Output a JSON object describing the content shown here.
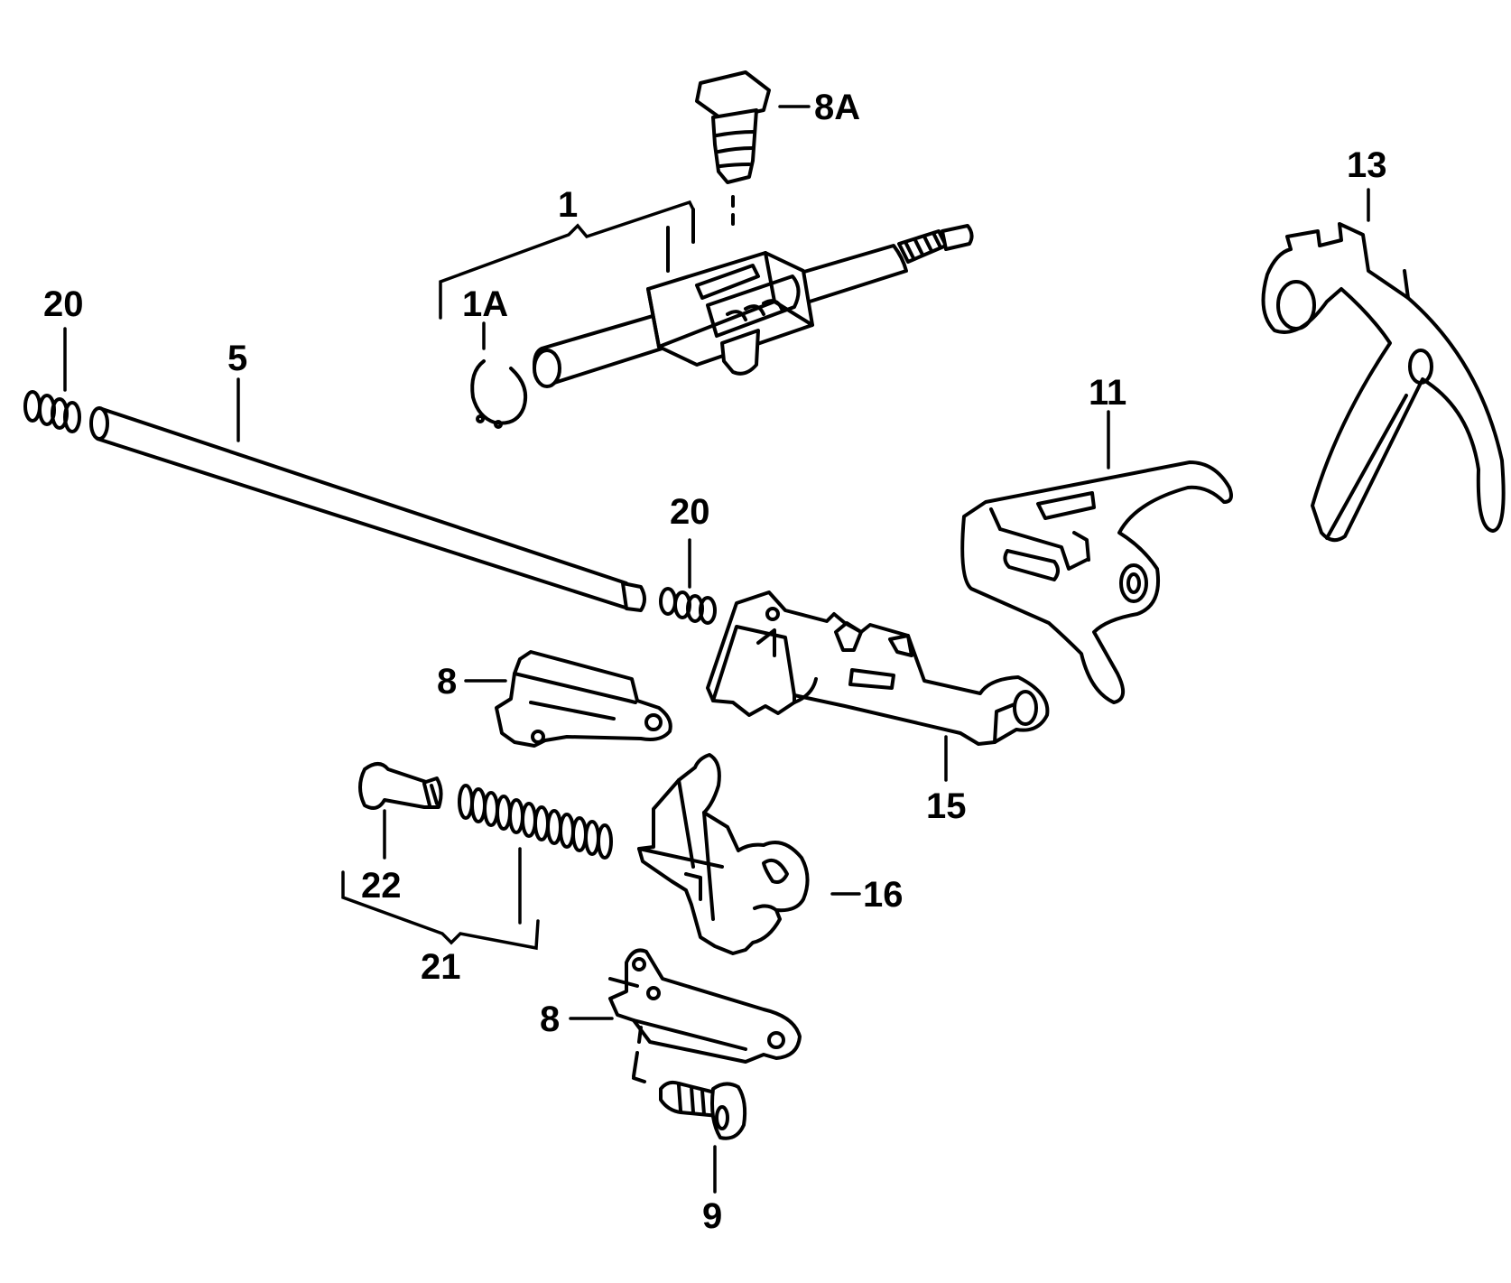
{
  "callouts": {
    "c_8a": "8A",
    "c_1": "1",
    "c_1a": "1A",
    "c_20_top": "20",
    "c_5": "5",
    "c_13": "13",
    "c_11": "11",
    "c_20_mid": "20",
    "c_8_upper": "8",
    "c_15": "15",
    "c_22": "22",
    "c_16": "16",
    "c_21": "21",
    "c_8_lower": "8",
    "c_9": "9"
  },
  "colors": {
    "line": "#000000",
    "background": "#ffffff"
  }
}
